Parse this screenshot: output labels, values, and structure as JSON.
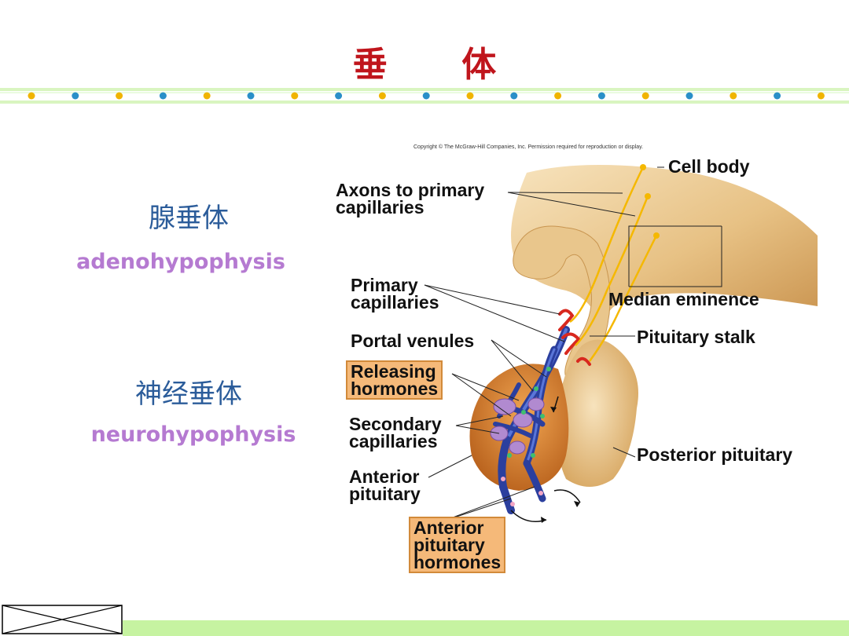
{
  "slide": {
    "title": "垂 体",
    "left_labels": {
      "adeno_cn": "腺垂体",
      "adeno_en": "adenohypophysis",
      "neuro_cn": "神经垂体",
      "neuro_en": "neurohypophysis"
    },
    "colors": {
      "title": "#c0151c",
      "cn_labels": "#2b5c9a",
      "en_labels": "#b57ad1",
      "footer_bar": "#c6f3a1",
      "divider_dots_orange": "#f0b400",
      "divider_dots_blue": "#2a8fc8"
    }
  },
  "diagram": {
    "copyright": "Copyright © The McGraw-Hill Companies, Inc. Permission required for reproduction or display.",
    "labels": {
      "cell_body": "Cell body",
      "axons": "Axons to primary\ncapillaries",
      "median_eminence": "Median eminence",
      "primary_capillaries": "Primary\ncapillaries",
      "pituitary_stalk": "Pituitary stalk",
      "portal_venules": "Portal venules",
      "releasing_hormones": "Releasing\nhormones",
      "secondary_capillaries": "Secondary\ncapillaries",
      "posterior_pituitary": "Posterior pituitary",
      "anterior_pituitary": "Anterior\npituitary",
      "anterior_pituitary_hormones": "Anterior\npituitary\nhormones"
    }
  }
}
